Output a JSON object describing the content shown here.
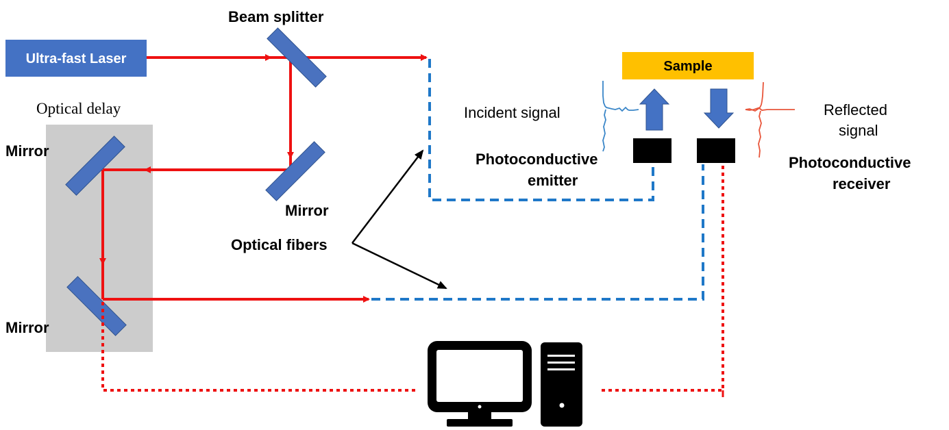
{
  "labels": {
    "laser": "Ultra-fast Laser",
    "beam_splitter": "Beam splitter",
    "optical_delay": "Optical delay",
    "mirror_delay_top": "Mirror",
    "mirror_delay_bottom": "Mirror",
    "mirror_fold": "Mirror",
    "optical_fibers": "Optical fibers",
    "sample": "Sample",
    "incident_signal": "Incident signal",
    "reflected_signal_line1": "Reflected",
    "reflected_signal_line2": "signal",
    "emitter_line1": "Photoconductive",
    "emitter_line2": "emitter",
    "receiver_line1": "Photoconductive",
    "receiver_line2": "receiver"
  },
  "colors": {
    "laser_box": "#4472c4",
    "mirror": "#4a72bf",
    "beam": "#ee1111",
    "fiber": "#1f78c8",
    "electrical": "#ee1111",
    "sample_box": "#ffc000",
    "delay_box": "#cccccc",
    "device": "#000000",
    "incident_pulse": "#3a86c8",
    "reflected_pulse": "#e8553a",
    "arrow_block": "#4472c4"
  },
  "icons": {
    "computer": "desktop-computer-icon"
  }
}
